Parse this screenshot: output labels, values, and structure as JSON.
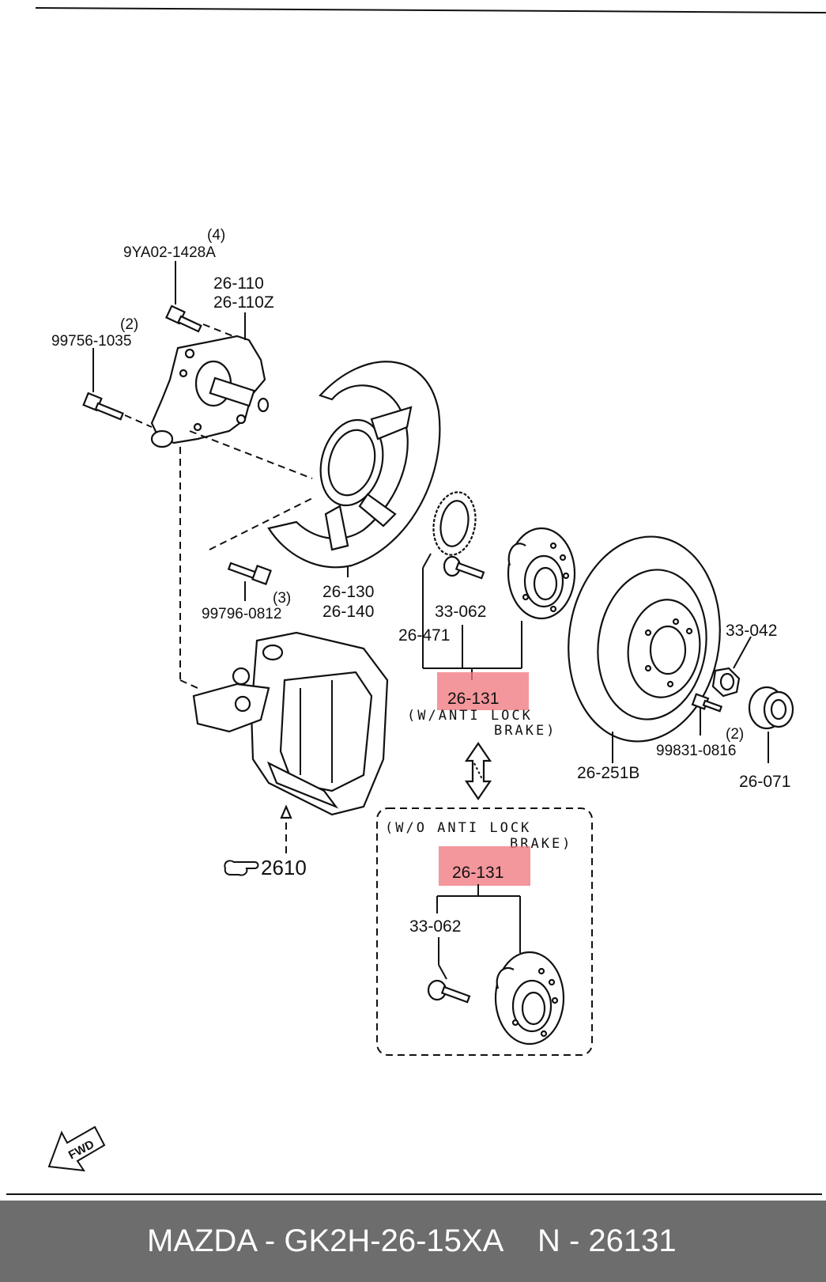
{
  "labels": {
    "qty_9ya02": "(4)",
    "p_9ya02": "9YA02-1428A",
    "p_26_110": "26-110",
    "p_26_110z": "26-110Z",
    "qty_99756": "(2)",
    "p_99756": "99756-1035",
    "p_26_130": "26-130",
    "p_26_140": "26-140",
    "qty_99796": "(3)",
    "p_99796": "99796-0812",
    "p_33_062_a": "33-062",
    "p_26_471": "26-471",
    "p_26_131_a": "26-131",
    "note_w_abs_1": "(W/ANTI LOCK",
    "note_w_abs_2": "BRAKE)",
    "p_33_042": "33-042",
    "qty_99831": "(2)",
    "p_99831": "99831-0816",
    "p_26_251b": "26-251B",
    "p_26_071": "26-071",
    "p_2610": "2610",
    "note_wo_abs_1": "(W/O ANTI LOCK",
    "note_wo_abs_2": "BRAKE)",
    "p_26_131_b": "26-131",
    "p_33_062_b": "33-062",
    "fwd": "FWD"
  },
  "footer": {
    "left": "MAZDA - GK2H-26-15XA",
    "right": "N - 26131"
  },
  "colors": {
    "highlight": "#f07a80",
    "footer_bg": "#6d6d6d",
    "footer_text": "#ffffff",
    "line": "#111111"
  }
}
